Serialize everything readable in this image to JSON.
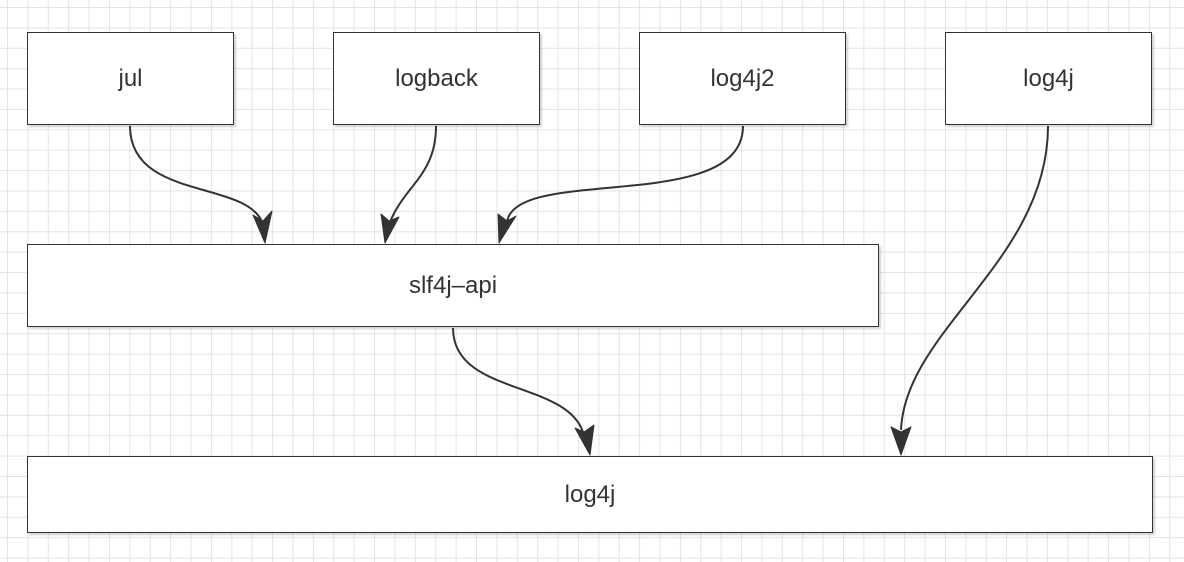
{
  "diagram": {
    "nodes": {
      "jul": "jul",
      "logback": "logback",
      "log4j2": "log4j2",
      "log4j_top": "log4j",
      "slf4j_api": "slf4j–api",
      "log4j_bottom": "log4j"
    },
    "edges": [
      {
        "from": "jul",
        "to": "slf4j_api"
      },
      {
        "from": "logback",
        "to": "slf4j_api"
      },
      {
        "from": "log4j2",
        "to": "slf4j_api"
      },
      {
        "from": "slf4j_api",
        "to": "log4j_bottom"
      },
      {
        "from": "log4j_top",
        "to": "log4j_bottom"
      }
    ],
    "colors": {
      "stroke": "#333333",
      "grid": "#e4e4e4",
      "background": "#ffffff"
    }
  }
}
